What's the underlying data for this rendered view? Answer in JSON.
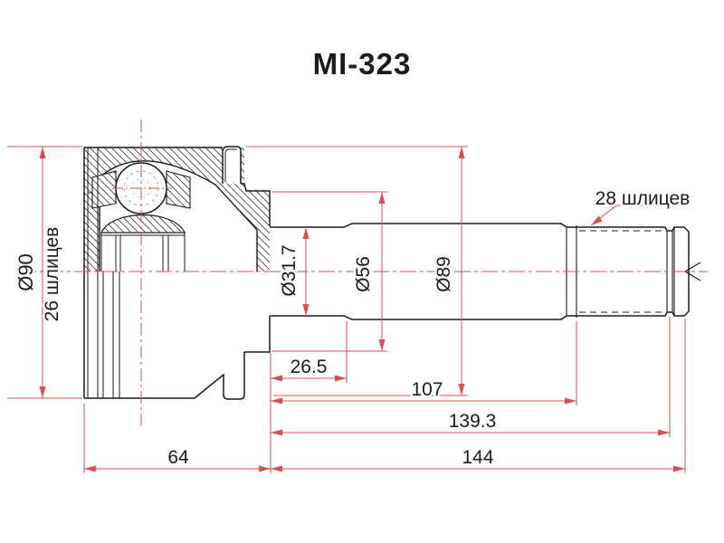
{
  "title": "MI-323",
  "drawing_type": "cv-joint-outer-technical-drawing",
  "labels": {
    "housing_outer_diameter": "Ø90",
    "inner_spline_count": "26 шлицев",
    "neck_diameter": "Ø31.7",
    "boot_seat_diameter": "Ø56",
    "bell_diameter": "Ø89",
    "outer_spline_count": "28 шлицев",
    "length_neck": "26.5",
    "length_to_splines": "107",
    "length_to_groove": "139.3",
    "length_shaft_total": "144",
    "length_housing": "64"
  },
  "colors": {
    "outline": "#1b1b1b",
    "dimension_red": "#d8504d",
    "background": "#ffffff"
  }
}
